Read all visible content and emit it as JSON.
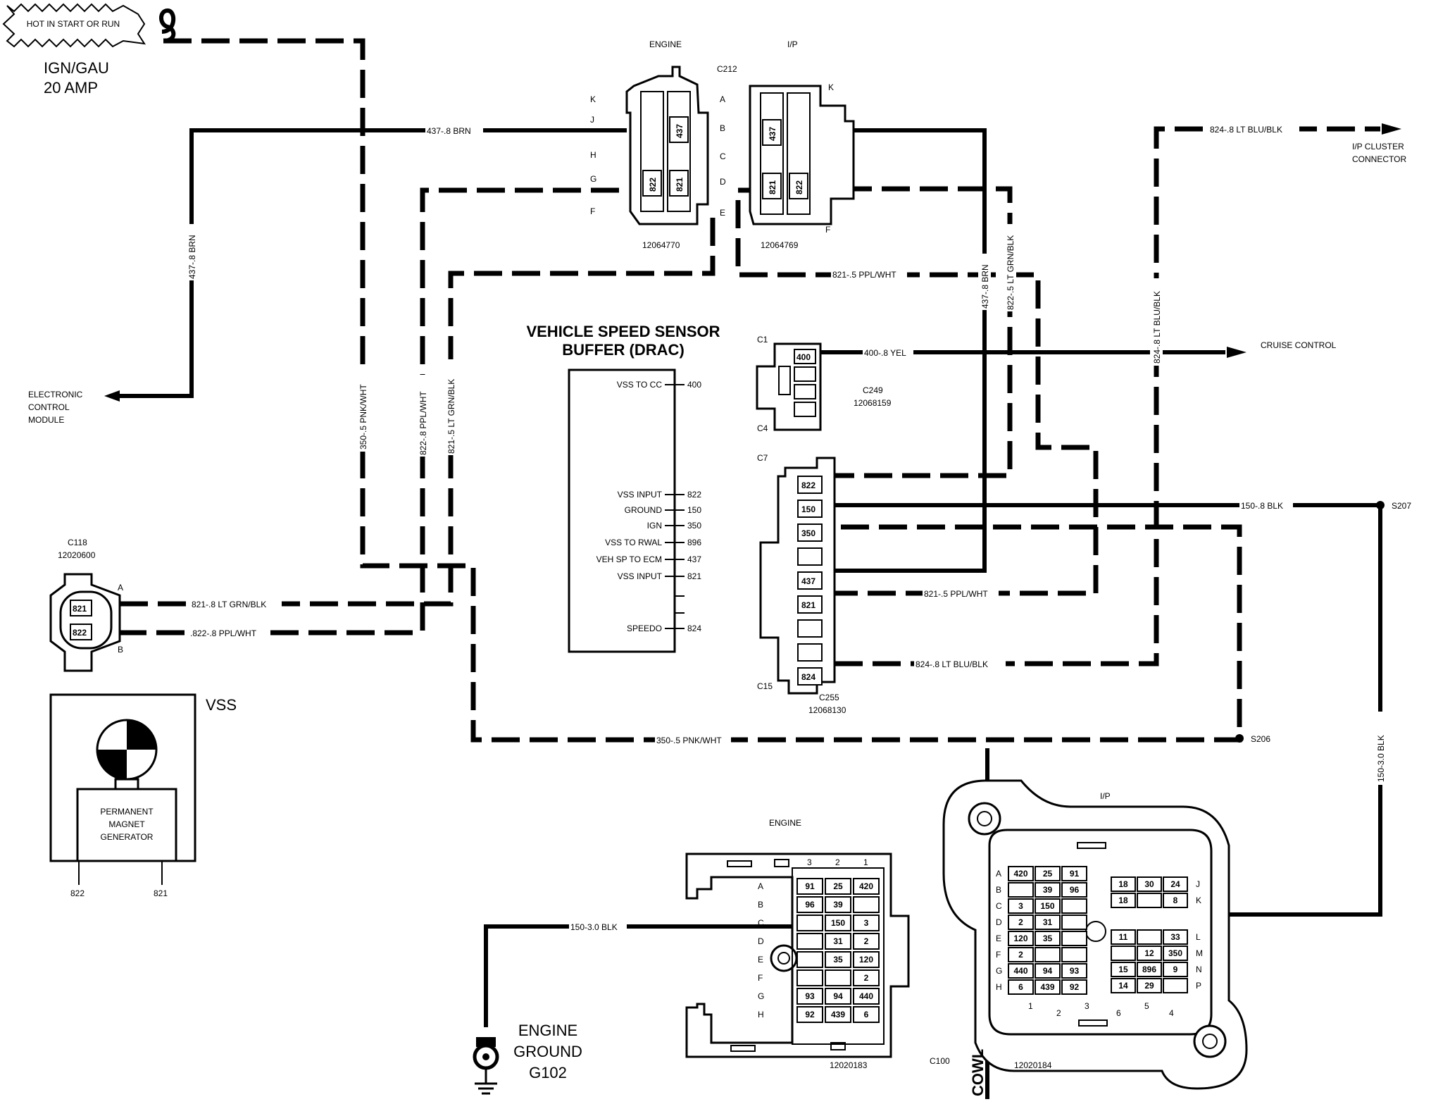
{
  "fuse": {
    "hot_label": "HOT IN START OR RUN",
    "name": "IGN/GAU",
    "rating": "20 AMP"
  },
  "connector_c212": {
    "id": "C212",
    "engine_label": "ENGINE",
    "ip_label": "I/P",
    "engine_part": "12064770",
    "ip_part": "12064769",
    "engine_pins": [
      "K",
      "J",
      "H",
      "G",
      "F"
    ],
    "middle_pins": [
      "A",
      "B",
      "C",
      "D",
      "E"
    ],
    "ip_pin_k": "K",
    "ip_pin_f": "F",
    "cavities": [
      "437",
      "822",
      "821",
      "437",
      "821",
      "822"
    ]
  },
  "wires": {
    "brn_437": "437-.8 BRN",
    "brn_437_vert": "437-.8 BRN",
    "brn_437_right": "437-.8 BRN",
    "ppl_wht_821_top": "821-.5 PPL/WHT",
    "ppl_wht_821_mid": "821-.5 PPL/WHT",
    "lt_grn_blk_822": "822-.5 LT GRN/BLK",
    "lt_grn_blk_821_vert": "821-.5 LT GRN/BLK",
    "ppl_wht_822_vert": "822-.8 PPL/WHT",
    "pnk_wht_350_vert": "350-.5 PNK/WHT",
    "pnk_wht_350_bottom": "350-.5 PNK/WHT",
    "lt_blu_blk_824_top": "824-.8 LT BLU/BLK",
    "lt_blu_blk_824_vert": "824-.8 LT BLU/BLK",
    "lt_blu_blk_824_bottom": "824-.8 LT BLU/BLK",
    "yel_400": "400-.8 YEL",
    "blk_150": "150-.8 BLK",
    "blk_150_30_vert": "150-3.0 BLK",
    "blk_150_30_ground": "150-3.0 BLK",
    "c118_821": "821-.8 LT GRN/BLK",
    "c118_822": ".822-.8 PPL/WHT"
  },
  "destinations": {
    "ecm": [
      "ELECTRONIC",
      "CONTROL",
      "MODULE"
    ],
    "ip_cluster": [
      "I/P CLUSTER",
      "CONNECTOR"
    ],
    "cruise": "CRUISE CONTROL"
  },
  "buffer": {
    "title_line1": "VEHICLE SPEED SENSOR",
    "title_line2": "BUFFER (DRAC)",
    "pins": [
      {
        "label": "VSS TO CC",
        "num": "400"
      },
      {
        "label": "VSS INPUT",
        "num": "822"
      },
      {
        "label": "GROUND",
        "num": "150"
      },
      {
        "label": "IGN",
        "num": "350"
      },
      {
        "label": "VSS TO RWAL",
        "num": "896"
      },
      {
        "label": "VEH SP TO ECM",
        "num": "437"
      },
      {
        "label": "VSS INPUT",
        "num": "821"
      },
      {
        "label": "SPEEDO",
        "num": "824"
      }
    ]
  },
  "c249": {
    "id": "C249",
    "part": "12068159",
    "c1": "C1",
    "c4": "C4",
    "cavity": "400"
  },
  "c255": {
    "id": "C255",
    "part": "12068130",
    "c7": "C7",
    "c15": "C15",
    "cavities": [
      "822",
      "150",
      "350",
      "",
      "437",
      "821",
      "",
      "",
      "824"
    ]
  },
  "c118": {
    "id": "C118",
    "part": "12020600",
    "pin_a": "A",
    "pin_b": "B",
    "cavities": [
      "821",
      "822"
    ]
  },
  "vss": {
    "label": "VSS",
    "generator": [
      "PERMANENT",
      "MAGNET",
      "GENERATOR"
    ],
    "term1": "822",
    "term2": "821"
  },
  "splices": {
    "s207": "S207",
    "s206": "S206"
  },
  "ground": {
    "lines": [
      "ENGINE",
      "GROUND",
      "G102"
    ]
  },
  "c100": {
    "id": "C100",
    "cowl": "COWL",
    "engine_label": "ENGINE",
    "ip_label": "I/P",
    "engine_part": "12020183",
    "ip_part": "12020184",
    "engine_rows": [
      "A",
      "B",
      "C",
      "D",
      "E",
      "F",
      "G",
      "H"
    ],
    "engine_cols": [
      "3",
      "2",
      "1"
    ],
    "engine_cells": [
      [
        "91",
        "25",
        "420"
      ],
      [
        "96",
        "39",
        ""
      ],
      [
        "",
        "150",
        "3"
      ],
      [
        "",
        "31",
        "2"
      ],
      [
        "",
        "35",
        "120"
      ],
      [
        "",
        "",
        "2"
      ],
      [
        "93",
        "94",
        "440"
      ],
      [
        "92",
        "439",
        "6"
      ]
    ],
    "ip_rows": [
      "A",
      "B",
      "C",
      "D",
      "E",
      "F",
      "G",
      "H"
    ],
    "ip_cells": [
      [
        "420",
        "25",
        "91"
      ],
      [
        "",
        "39",
        "96"
      ],
      [
        "3",
        "150",
        ""
      ],
      [
        "2",
        "31",
        ""
      ],
      [
        "120",
        "35",
        ""
      ],
      [
        "2",
        "",
        ""
      ],
      [
        "440",
        "94",
        "93"
      ],
      [
        "6",
        "439",
        "92"
      ]
    ],
    "ip_right_rows": [
      "J",
      "K",
      "L",
      "M",
      "N",
      "P"
    ],
    "ip_right_cells": [
      [
        "18",
        "30",
        "24"
      ],
      [
        "18",
        "",
        "8"
      ],
      [
        "11",
        "",
        "33"
      ],
      [
        "",
        "12",
        "350"
      ],
      [
        "15",
        "896",
        "9"
      ],
      [
        "14",
        "29",
        ""
      ]
    ],
    "ip_bottom_nums": [
      "1",
      "2",
      "3",
      "6",
      "5",
      "4"
    ]
  }
}
